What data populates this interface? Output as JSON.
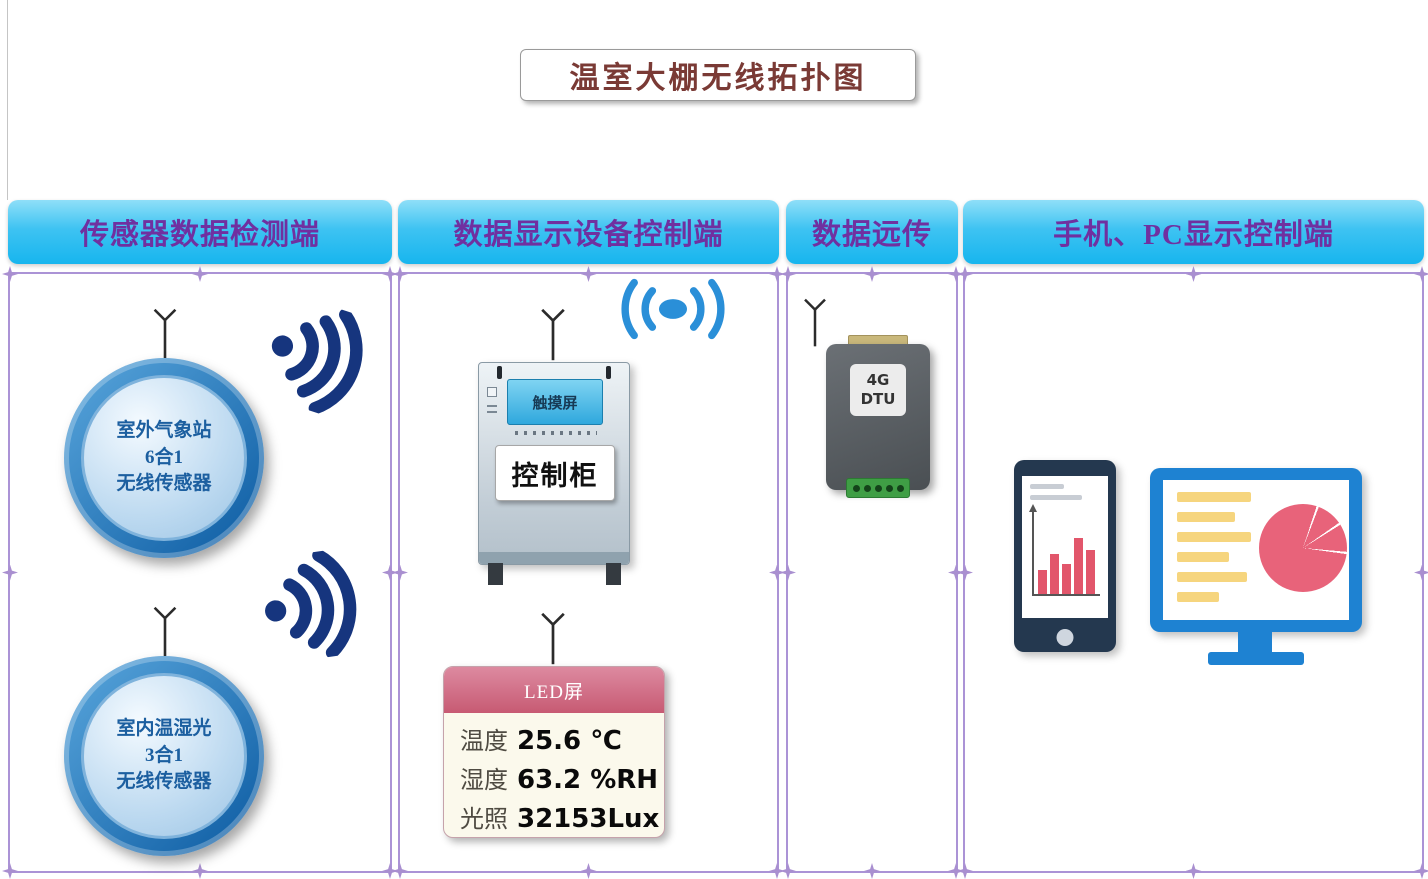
{
  "title": "温室大棚无线拓扑图",
  "columns": {
    "sensor": "传感器数据检测端",
    "display": "数据显示设备控制端",
    "remote": "数据远传",
    "client": "手机、PC显示控制端"
  },
  "sensors": [
    {
      "line1": "室外气象站",
      "line2": "6合1",
      "line3": "无线传感器"
    },
    {
      "line1": "室内温湿光",
      "line2": "3合1",
      "line3": "无线传感器"
    }
  ],
  "cabinet": {
    "screen": "触摸屏",
    "label": "控制柜"
  },
  "led": {
    "title": "LED屏",
    "rows": [
      {
        "label": "温度",
        "value": "25.6 ℃"
      },
      {
        "label": "湿度",
        "value": "63.2 %RH"
      },
      {
        "label": "光照",
        "value": "32153Lux"
      }
    ]
  },
  "dtu": {
    "line1": "4G",
    "line2": "DTU"
  },
  "colors": {
    "header_bg": "#35c6f4",
    "header_text": "#7030a0",
    "border_purple": "#ab93d6",
    "wifi_navy": "#16357e",
    "broadcast_blue": "#2a8fd8",
    "led_header_pink": "#c75a73",
    "bar_red": "#e2566b",
    "monitor_blue": "#1e82d2",
    "text_yellow": "#f6d57e",
    "dtu_green": "#3f9e45",
    "title_text": "#7a3a35"
  }
}
